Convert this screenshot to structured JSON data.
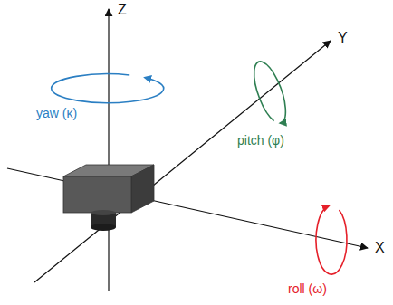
{
  "diagram": {
    "labels": [
      "Z",
      "Y",
      "X",
      "yaw (κ)",
      "pitch (φ)",
      "roll (ω)"
    ]
  }
}
